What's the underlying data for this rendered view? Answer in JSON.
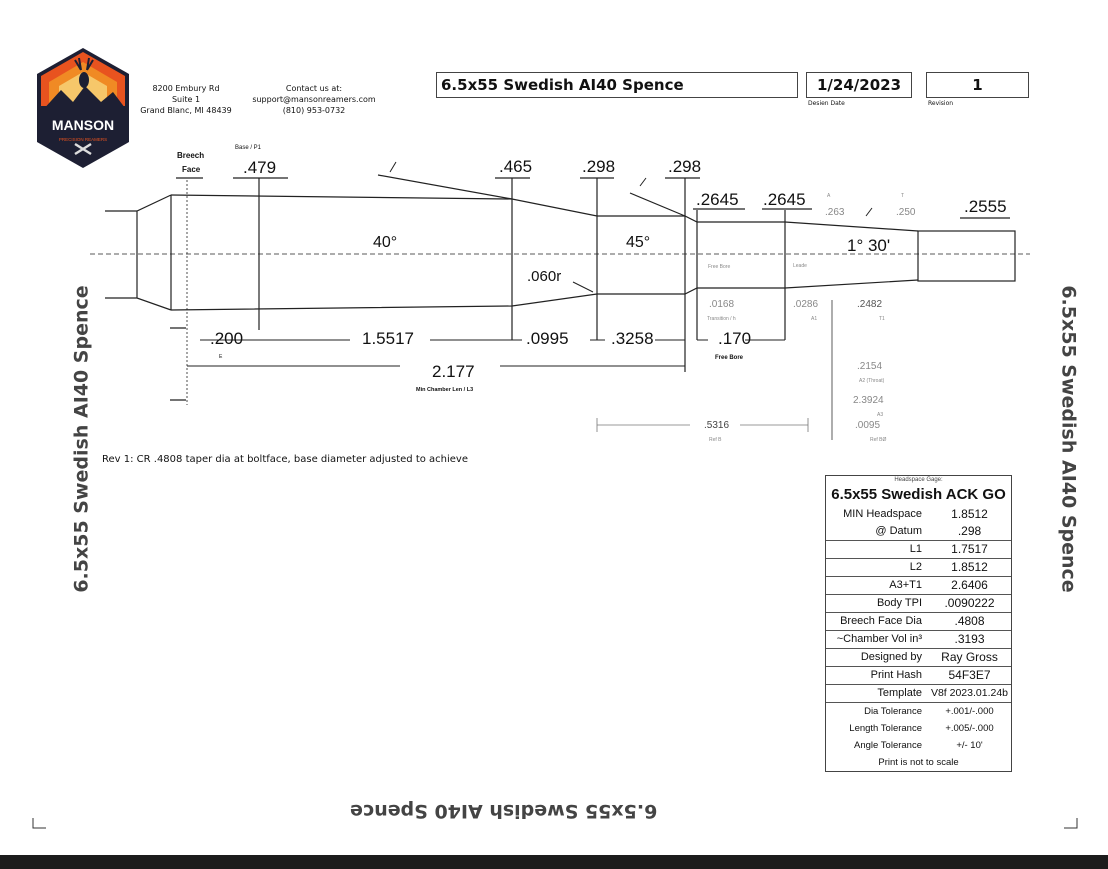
{
  "company": {
    "logo_text": "MANSON",
    "logo_subtext": "PRECISION REAMERS",
    "address": [
      "8200 Embury Rd",
      "Suite 1",
      "Grand Blanc, MI 48439"
    ],
    "contact_label": "Contact us at:",
    "email": "support@mansonreamers.com",
    "phone": "(810) 953-0732"
  },
  "header": {
    "title": "6.5x55 Swedish AI40 Spence",
    "design_date": "1/24/2023",
    "design_date_label": "Desien Date",
    "revision": "1",
    "revision_label": "Revision"
  },
  "drawing": {
    "breech_face_label": [
      "Breech",
      "Face"
    ],
    "base_label": "Base / P1",
    "base_dia": ".479",
    "shoulder_dia": ".465",
    "neck_dia_1": ".298",
    "neck_dia_2": ".298",
    "freebore_dia_1": ".2645",
    "freebore_dia_2": ".2645",
    "a_label": "A",
    "a_dia": ".263",
    "t_label": "T",
    "t_dia": ".250",
    "bore_dia": ".2555",
    "shoulder_angle": "40°",
    "neck_angle": "45°",
    "throat_angle": "1° 30'",
    "radius": ".060r",
    "freebore_text": "Free Bore",
    "leade_text": "Leade",
    "e_len": ".200",
    "e_label": "E",
    "body_len": "1.5517",
    "shoulder_len": ".0995",
    "neck_len": ".3258",
    "freebore_len": ".170",
    "freebore_len_label": "Free Bore",
    "transition_len": ".0168",
    "transition_label": "Transition / h",
    "a1_len": ".0286",
    "a1_label": "A1",
    "t1_len": ".2482",
    "t1_label": "T1",
    "chamber_len": "2.177",
    "chamber_len_label": "Min Chamber Len / L3",
    "a2_len": ".2154",
    "a2_label": "A2 (Throat)",
    "a3_len": "2.3924",
    "a3_label": "A3",
    "refb_len": ".5316",
    "refb_label": "Ref B",
    "refbd_len": ".0095",
    "refbd_label": "Ref BØ"
  },
  "note": "Rev 1: CR .4808 taper dia at boltface, base diameter adjusted to achieve",
  "gage": {
    "caption": "Headspace Gage:",
    "title": "6.5x55 Swedish ACK GO",
    "rows": [
      {
        "k": "MIN Headspace",
        "v": "1.8512"
      },
      {
        "k": "@ Datum",
        "v": ".298"
      },
      {
        "k": "L1",
        "v": "1.7517"
      },
      {
        "k": "L2",
        "v": "1.8512"
      },
      {
        "k": "A3+T1",
        "v": "2.6406"
      },
      {
        "k": "Body TPI",
        "v": ".0090222"
      },
      {
        "k": "Breech Face Dia",
        "v": ".4808"
      },
      {
        "k": "~Chamber Vol in³",
        "v": ".3193"
      },
      {
        "k": "Designed by",
        "v": "Ray Gross"
      },
      {
        "k": "Print Hash",
        "v": "54F3E7"
      },
      {
        "k": "Template",
        "v": "V8f 2023.01.24b"
      }
    ],
    "tolerances": [
      {
        "k": "Dia Tolerance",
        "v": "+.001/-.000"
      },
      {
        "k": "Length Tolerance",
        "v": "+.005/-.000"
      },
      {
        "k": "Angle Tolerance",
        "v": "+/- 10'"
      }
    ],
    "footer": "Print is not to scale"
  },
  "side_labels": {
    "left": "6.5x55 Swedish AI40 Spence",
    "right": "6.5x55 Swedish AI40 Spence",
    "bottom": "6.5x55 Swedish AI40 Spence"
  }
}
